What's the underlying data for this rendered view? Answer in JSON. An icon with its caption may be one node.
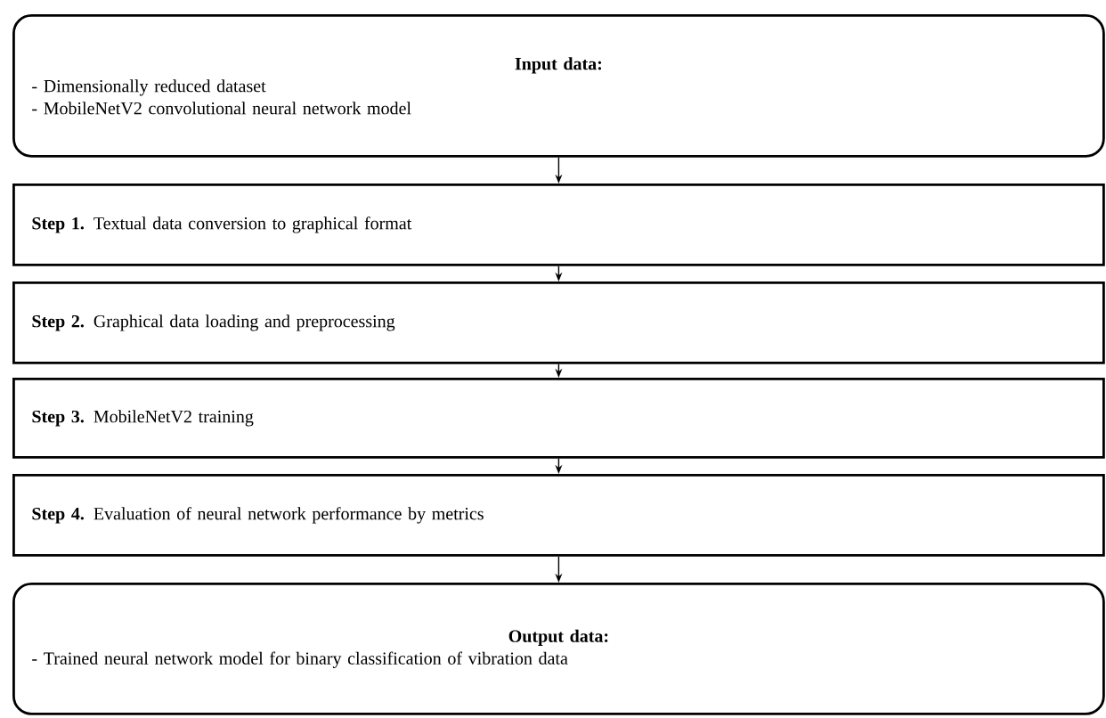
{
  "diagram": {
    "nodes": [
      {
        "text": [
          "Input data:",
          "- Dimensionally reduced dataset",
          "- MobileNetV2 convolutional neural network model"
        ]
      },
      {
        "text": [
          "**Step 1.** Textual data conversion to graphical format"
        ]
      },
      {
        "text": [
          "**Step 2.** Graphical data loading and preprocessing"
        ]
      },
      {
        "text": [
          "**Step 3.** MobileNetV2 training"
        ]
      },
      {
        "text": [
          "**Step 4.** Evaluation of neural network performance by metrics"
        ]
      },
      {
        "text": [
          "Output data:",
          "- Trained neural network model for binary classification of vibration data"
        ]
      }
    ],
    "edges": [
      {
        "from": 0,
        "to": 1,
        "arrow": "to"
      },
      {
        "from": 1,
        "to": 2,
        "arrow": "to"
      },
      {
        "from": 2,
        "to": 3,
        "arrow": "to"
      },
      {
        "from": 3,
        "to": 4,
        "arrow": "to"
      },
      {
        "from": 4,
        "to": 5,
        "arrow": "to"
      }
    ]
  }
}
